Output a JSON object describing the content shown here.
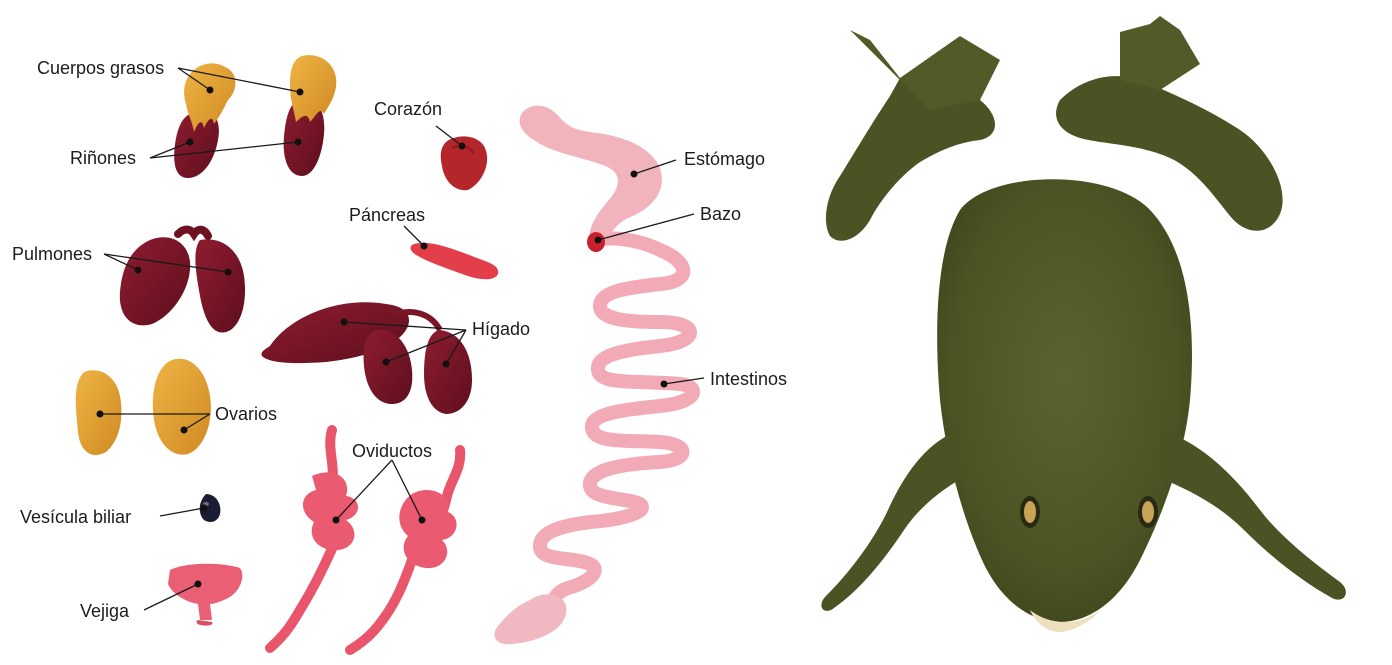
{
  "labels": {
    "cuerpos_grasos": "Cuerpos grasos",
    "rinones": "Riñones",
    "pulmones": "Pulmones",
    "ovarios": "Ovarios",
    "vesicula_biliar": "Vesícula biliar",
    "vejiga": "Vejiga",
    "corazon": "Corazón",
    "pancreas": "Páncreas",
    "higado": "Hígado",
    "oviductos": "Oviductos",
    "estomago": "Estómago",
    "bazo": "Bazo",
    "intestinos": "Intestinos"
  },
  "colors": {
    "fat_body": "#e4a233",
    "kidney": "#7d1526",
    "lung": "#801529",
    "ovary": "#df9b2e",
    "gall_bladder": "#1b1e33",
    "bladder": "#ea5f75",
    "heart": "#b4262a",
    "pancreas": "#e23f4a",
    "liver": "#7a1526",
    "oviduct": "#e9566c",
    "stomach": "#f1b4bc",
    "spleen": "#c8212d",
    "intestine": "#f2aab6",
    "frog_skin": "#4f5626",
    "frog_belly": "#efe0bd",
    "leader": "#1a1a1a"
  }
}
